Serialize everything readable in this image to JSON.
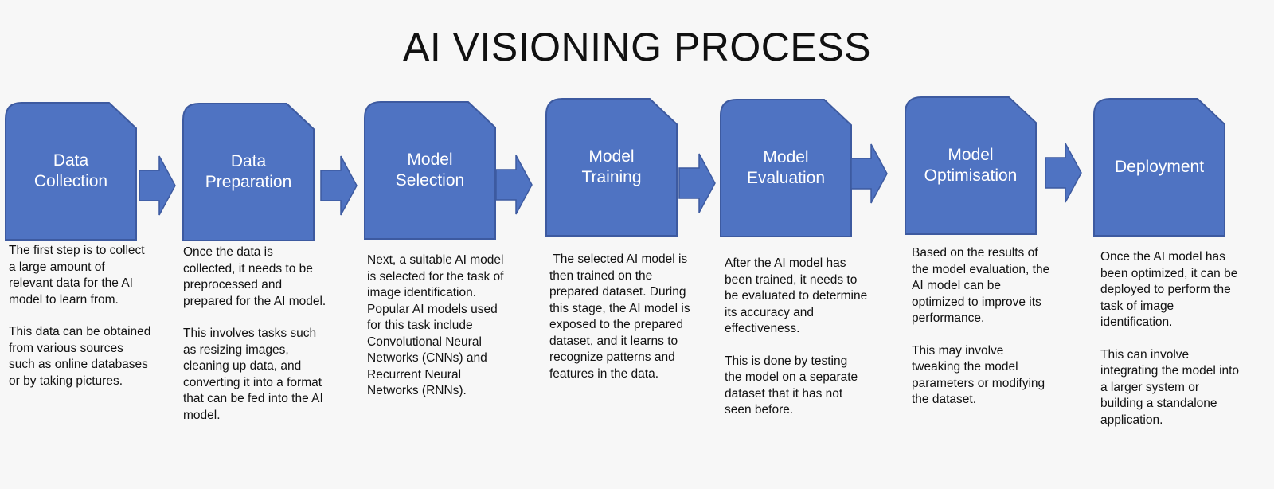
{
  "title": "AI VISIONING PROCESS",
  "colors": {
    "box_fill": "#4f73c2",
    "box_stroke": "#3d5aa0",
    "arrow_fill": "#4f73c2"
  },
  "steps": [
    {
      "label": "Data\nCollection",
      "desc": [
        "The first step is to collect a large amount of relevant data for the AI model to learn from.",
        "This data can be obtained from various sources such as online databases or by taking pictures."
      ]
    },
    {
      "label": "Data\nPreparation",
      "desc": [
        "Once the data is collected, it needs to be preprocessed and prepared for the AI model.",
        "This involves tasks such as resizing images, cleaning up data, and converting it into a format that can be fed into the AI model."
      ]
    },
    {
      "label": "Model\nSelection",
      "desc": [
        "Next, a suitable AI model is selected for the task of image identification. Popular AI models used for this task include Convolutional Neural Networks (CNNs) and Recurrent Neural Networks (RNNs)."
      ]
    },
    {
      "label": "Model\nTraining",
      "desc": [
        " The selected AI model is then trained on the prepared dataset. During this stage, the AI model is exposed to the prepared dataset, and it learns to recognize patterns and features in the data."
      ]
    },
    {
      "label": "Model\nEvaluation",
      "desc": [
        "After the AI model has been trained, it needs to be evaluated to determine its accuracy and effectiveness.",
        "This is done by testing the model on a separate dataset that it has not seen before."
      ]
    },
    {
      "label": "Model\nOptimisation",
      "desc": [
        "Based on the results of the model evaluation, the AI model can be optimized to improve its performance.",
        "This may involve tweaking the model parameters or modifying the dataset."
      ]
    },
    {
      "label": "Deployment",
      "desc": [
        "Once the AI model has been optimized, it can be deployed to perform the task of image identification.",
        "This can involve integrating the model into a larger system or building a standalone application."
      ]
    }
  ]
}
